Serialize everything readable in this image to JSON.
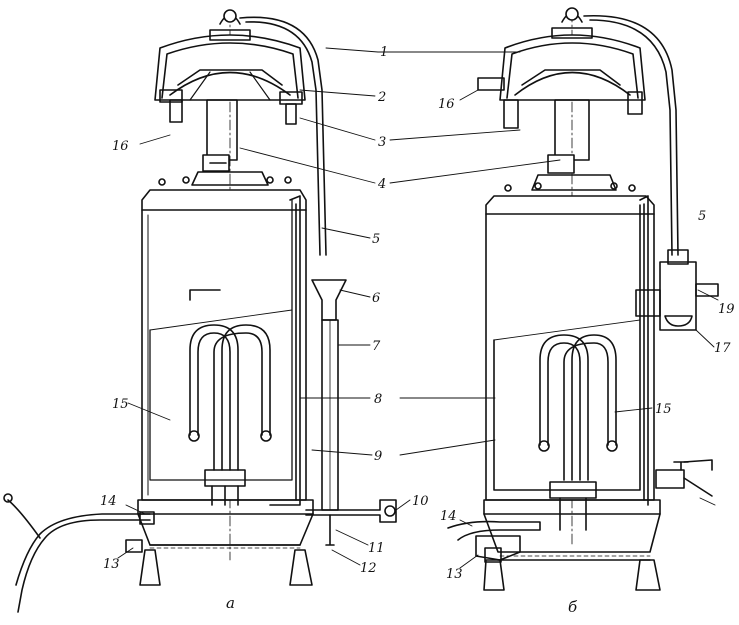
{
  "figure": {
    "labels": {
      "l1": "1",
      "l2": "2",
      "l3": "3",
      "l4": "4",
      "l5a": "5",
      "l5b": "5",
      "l6": "6",
      "l7": "7",
      "l8": "8",
      "l9": "9",
      "l10": "10",
      "l11": "11",
      "l12": "12",
      "l13a": "13",
      "l13b": "13",
      "l14a": "14",
      "l14b": "14",
      "l15a": "15",
      "l15b": "15",
      "l16a": "16",
      "l16b": "16",
      "l17": "17",
      "l19": "19"
    },
    "captions": {
      "a": "а",
      "b": "б"
    }
  }
}
